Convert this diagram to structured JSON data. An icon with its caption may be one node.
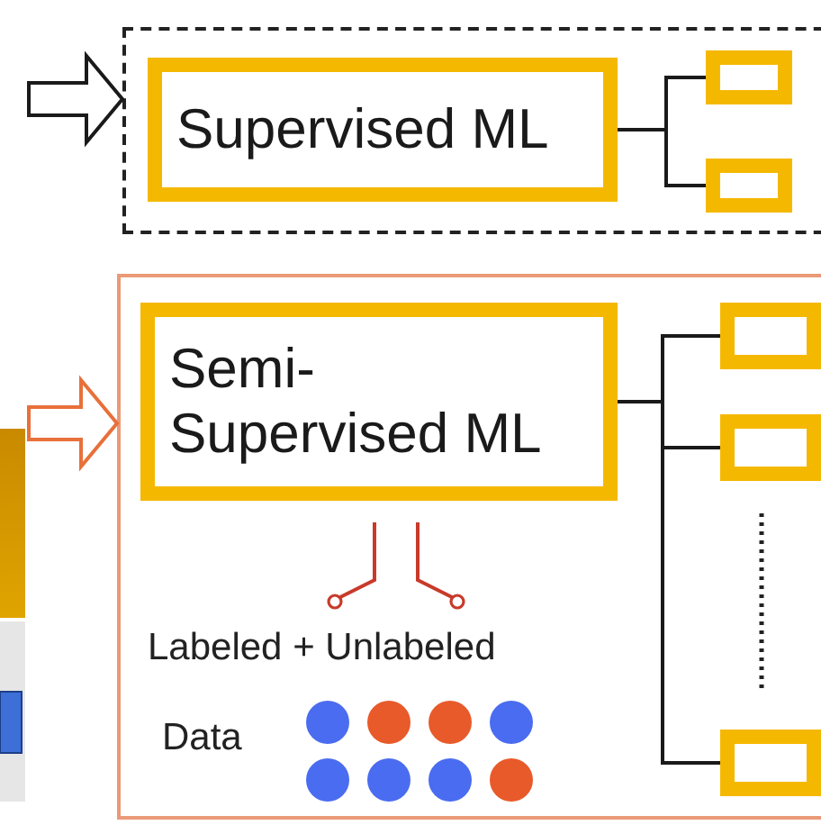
{
  "diagram": {
    "nodes": [
      {
        "text": [],
        "shape": "box"
      },
      {
        "text": [
          "Supervised ML"
        ],
        "in": 0
      },
      {
        "text": [],
        "shape": "box",
        "in": 0
      },
      {
        "text": [],
        "shape": "box",
        "in": 0
      },
      {
        "text": [],
        "shape": "box"
      },
      {
        "text": [
          "Semi- Supervised ML"
        ],
        "in": 4
      },
      {
        "text": [],
        "shape": "box",
        "in": 4
      },
      {
        "text": [],
        "shape": "box",
        "in": 4
      },
      {
        "text": [],
        "shape": "box",
        "in": 4
      }
    ],
    "edges": [
      {
        "from": null,
        "to": 0,
        "arrow": "to"
      },
      {
        "from": 1,
        "to": 2,
        "arrow": "none"
      },
      {
        "from": 1,
        "to": 3,
        "arrow": "none"
      },
      {
        "from": null,
        "to": 4,
        "arrow": "to",
        "color": "#e8703a"
      },
      {
        "from": 5,
        "to": 6,
        "arrow": "none"
      },
      {
        "from": 5,
        "to": 7,
        "arrow": "none"
      },
      {
        "from": 5,
        "to": 8,
        "arrow": "none"
      }
    ],
    "labels": [
      "Labeled + Unlabeled",
      "Data"
    ]
  }
}
